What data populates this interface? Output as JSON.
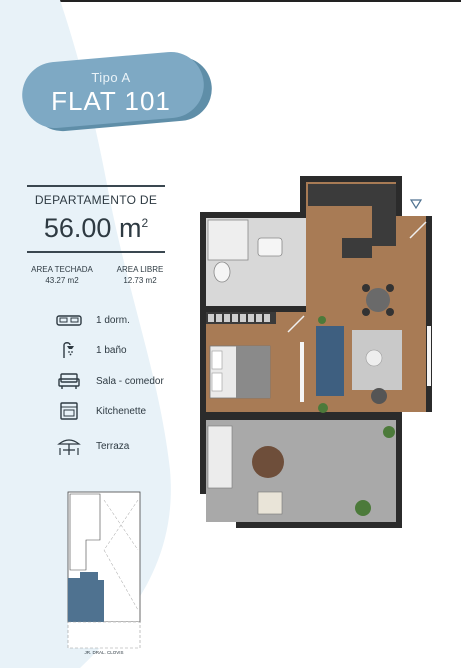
{
  "title": {
    "type_label": "Tipo A",
    "unit_name": "FLAT 101"
  },
  "area": {
    "label": "DEPARTAMENTO DE",
    "value": "56.00 m",
    "unit_sup": "2",
    "covered_label": "AREA TECHADA",
    "covered_value": "43.27 m2",
    "free_label": "AREA LIBRE",
    "free_value": "12.73 m2"
  },
  "features": [
    {
      "icon": "bed-icon",
      "label": "1 dorm."
    },
    {
      "icon": "shower-icon",
      "label": "1 baño"
    },
    {
      "icon": "sofa-icon",
      "label": "Sala - comedor"
    },
    {
      "icon": "oven-icon",
      "label": "Kitchenette"
    },
    {
      "icon": "umbrella-table-icon",
      "label": "Terraza"
    }
  ],
  "keymap": {
    "street_label": "JR. DRAL. CLOVIS"
  },
  "colors": {
    "accent": "#7ea9c4",
    "accent_dark": "#5f8ea8",
    "wave": "#e8f2f8",
    "wall": "#2b2b2b",
    "floor": "#a87b55",
    "terrace": "#a9a9a9",
    "unit_highlight": "#4f7290"
  }
}
